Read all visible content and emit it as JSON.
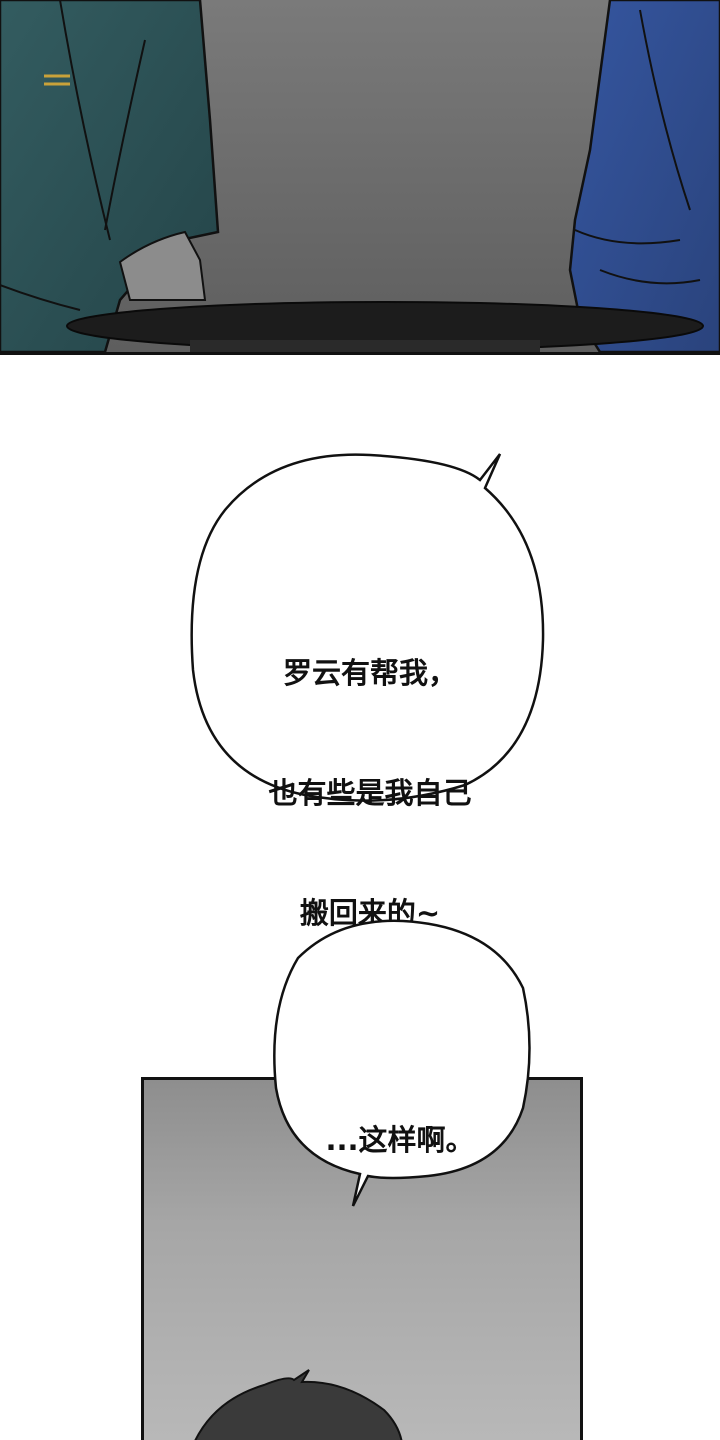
{
  "panels": {
    "top": {
      "colors": {
        "left_sleeve": "#2e5358",
        "right_sleeve": "#2f4b8a",
        "wall": "#6e6e6e",
        "table": "#1c1c1c"
      }
    },
    "bottom": {
      "colors": {
        "background": "#a6a6a6",
        "hair": "#3a3a3a"
      }
    }
  },
  "bubbles": [
    {
      "lines": [
        "罗云有帮我，",
        "也有些是我自己",
        "搬回来的~"
      ]
    },
    {
      "lines": [
        "...这样啊。"
      ]
    }
  ]
}
